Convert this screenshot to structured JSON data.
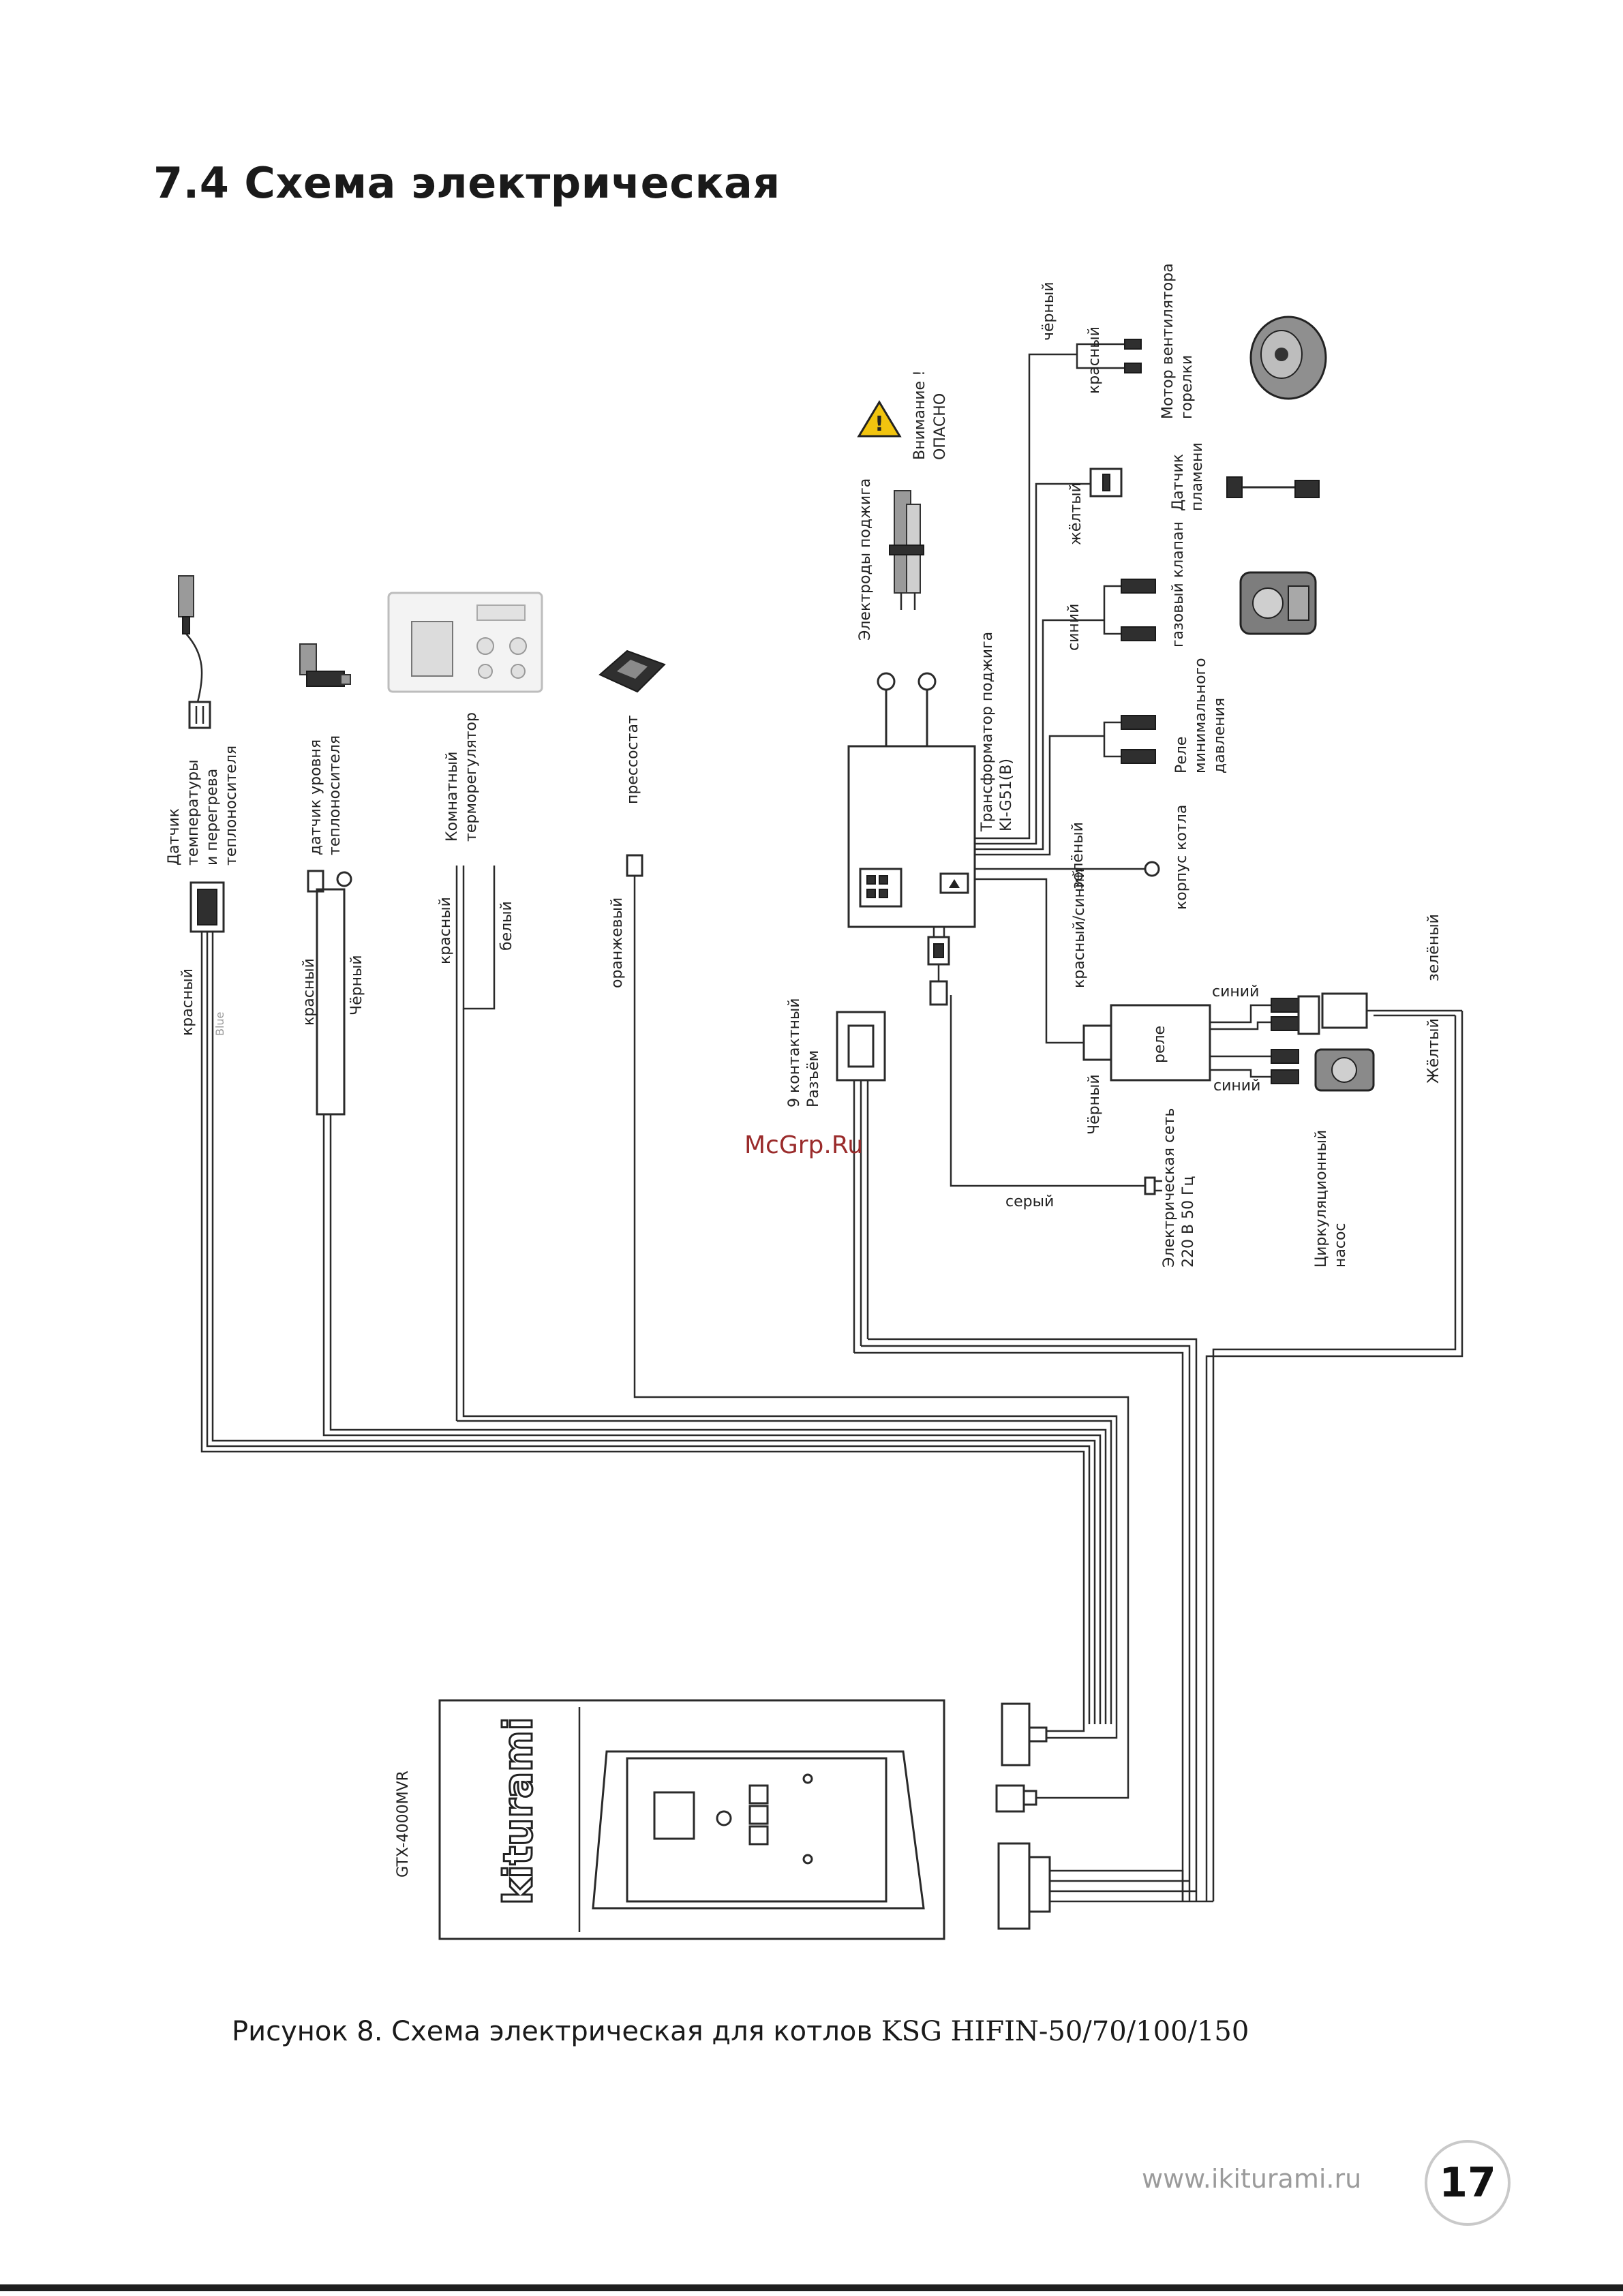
{
  "header": {
    "title": "7.4 Схема электрическая"
  },
  "labels": {
    "temp_sensor": [
      "Датчик",
      "температуры",
      "и перегрева",
      "теплоносителя"
    ],
    "level_sensor": [
      "датчик уровня",
      "теплоносителя"
    ],
    "room_thermostat": [
      "Комнатный",
      "терморегулятор"
    ],
    "pressostat": "прессостат",
    "ignition_electrodes": "Электроды поджига",
    "warning": [
      "Внимание !",
      "ОПАСНО"
    ],
    "fan_motor": [
      "Мотор вентилятора",
      "горелки"
    ],
    "flame_sensor": [
      "Датчик",
      "пламени"
    ],
    "gas_valve": "газовый клапан",
    "min_pressure_relay": [
      "Реле",
      "минимального",
      "давления"
    ],
    "boiler_body": "корпус котла",
    "ignition_transformer": [
      "Трансформатор поджига",
      "KI-G51(B)"
    ],
    "connector_9pin": [
      "9 контактный",
      "Разъём"
    ],
    "relay": "реле",
    "mains": [
      "Электрическая сеть",
      "220 В  50 Гц"
    ],
    "circ_pump": [
      "Циркуляционный",
      "насос"
    ],
    "controller_model": "GTX-4000MVR",
    "brand": "kiturami"
  },
  "wire_colors": {
    "red": "красный",
    "blue": "Blue",
    "black": "Чёрный",
    "black_lc": "чёрный",
    "white": "белый",
    "orange": "оранжевый",
    "yellow": "жёлтый",
    "yellow_cap": "Жёлтый",
    "blue_ru": "синий",
    "green": "зелёный",
    "green_e": "зелёный",
    "red_blue": "красный/синий",
    "black_relay": "Чёрный",
    "grey": "серый"
  },
  "caption": {
    "text": "Рисунок 8. Схема электрическая для котлов",
    "models": "KSG HIFIN-50/70/100/150"
  },
  "watermark": "McGrp.Ru",
  "footer": {
    "website": "www.ikiturami.ru",
    "page": "17"
  }
}
